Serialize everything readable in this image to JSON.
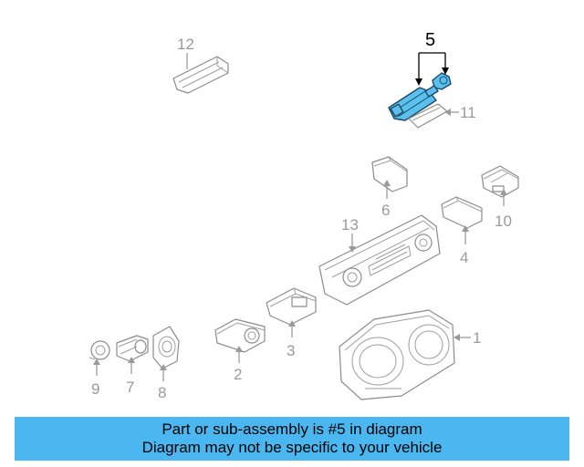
{
  "callouts": {
    "c1": "1",
    "c2": "2",
    "c3": "3",
    "c4": "4",
    "c5": "5",
    "c6": "6",
    "c7": "7",
    "c8": "8",
    "c9": "9",
    "c10": "10",
    "c11": "11",
    "c12": "12",
    "c13": "13"
  },
  "highlight_part": "5",
  "colors": {
    "highlight": "#5bc0ee",
    "banner": "#4ab7f0",
    "callout": "#9a9a9a",
    "outline": "#8c8c8c"
  },
  "banner": {
    "line1": "Part or sub-assembly is #5 in diagram",
    "line2": "Diagram may not be specific to your vehicle"
  }
}
